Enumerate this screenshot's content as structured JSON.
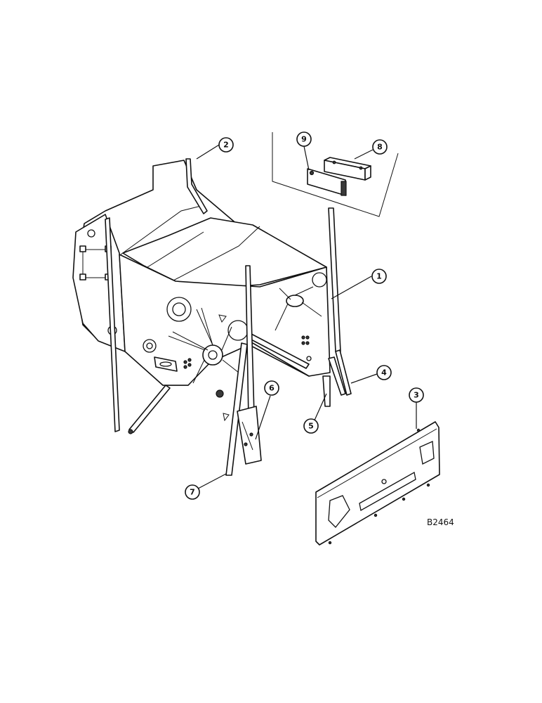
{
  "drawing_id": "B2464",
  "callouts": [
    {
      "id": "c1",
      "label": "1"
    },
    {
      "id": "c2",
      "label": "2"
    },
    {
      "id": "c3",
      "label": "3"
    },
    {
      "id": "c4",
      "label": "4"
    },
    {
      "id": "c5",
      "label": "5"
    },
    {
      "id": "c6",
      "label": "6"
    },
    {
      "id": "c7",
      "label": "7"
    },
    {
      "id": "c8",
      "label": "8"
    },
    {
      "id": "c9",
      "label": "9"
    }
  ]
}
